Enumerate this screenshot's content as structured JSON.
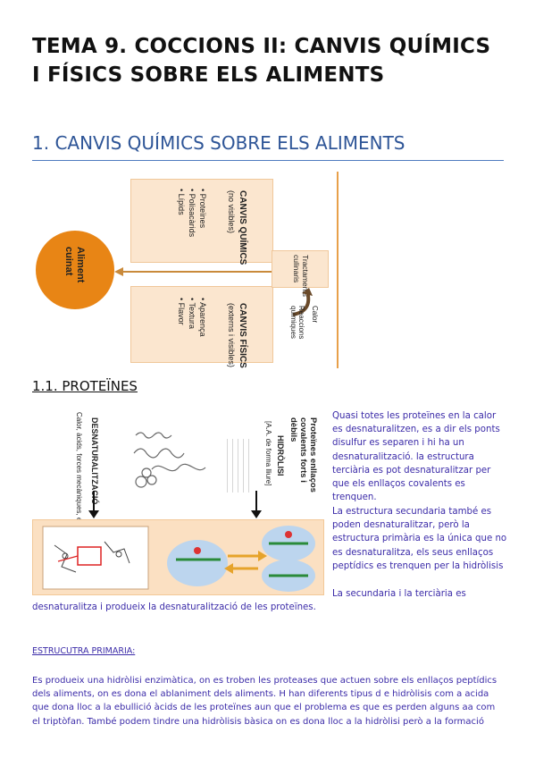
{
  "doc": {
    "title": "TEMA 9. COCCIONS II: CANVIS QUÍMICS I FÍSICS SOBRE ELS ALIMENTS",
    "section1": "1. CANVIS QUÍMICS SOBRE ELS ALIMENTS",
    "section11": "1.1. PROTEÏNES",
    "right_p1": "Quasi totes les proteïnes en la calor es desnaturalitzen, es a dir els ponts disulfur es separen i hi ha un desnaturalització. la estructura terciària es pot desnaturalitzar per que els enllaços covalents es trenquen.",
    "right_p2": "La estructura secundaria també es poden desnaturalitzar, però la estructura primària es la única que no es desnaturalitza, els seus enllaços peptídics es trenquen per la hidròlisis",
    "right_p3": "La secundaria i la terciària es",
    "continuation": "desnaturalitza i produeix la desnaturalització de les proteïnes.",
    "subheading": "ESTRUCUTRA PRIMARIA:",
    "body_p": "Es produeix una hidròlisi enzimàtica, on es troben les proteases que actuen sobre els enllaços peptídics dels aliments, on es dona el ablaniment dels aliments. H han diferents tipus d e hidròlisis com a acida que dona lloc a la ebullició àcids de les proteïnes aun que el problema es que es perden alguns aa com el triptòfan. També podem tindre una hidròlisis bàsica on es dona lloc a la hidròlisi però a la formació"
  },
  "diagram1": {
    "circle_label": "Aliment cuinat",
    "chem_title": "CANVIS QUÍMICS",
    "chem_sub": "(no visibles)",
    "chem_items": [
      "Proteïnes",
      "Polisacàrids",
      "Lípids"
    ],
    "phys_title": "CANVIS FÍSICS",
    "phys_sub": "(externs i visibles)",
    "phys_items": [
      "Aparença",
      "Textura",
      "Flavor"
    ],
    "treat_label": "Tractaments culinaris",
    "heat_label": "Calor",
    "reac_label": "Reaccions químiques",
    "colors": {
      "orange": "#e88515",
      "box": "#fbe6cf",
      "arrow": "#c98a3b",
      "line": "#e8a04a"
    }
  },
  "diagram2": {
    "col1_title": "Proteïnes enllaços covalents forts i dèbils",
    "col2_title": "HIDRÒLISI",
    "col2_sub": "[A.A. de forma lliure]",
    "col3_title": "DESNATURALITZACIÓ",
    "col3_sub": "Calor, àcids, forces mecàniques, etc."
  }
}
